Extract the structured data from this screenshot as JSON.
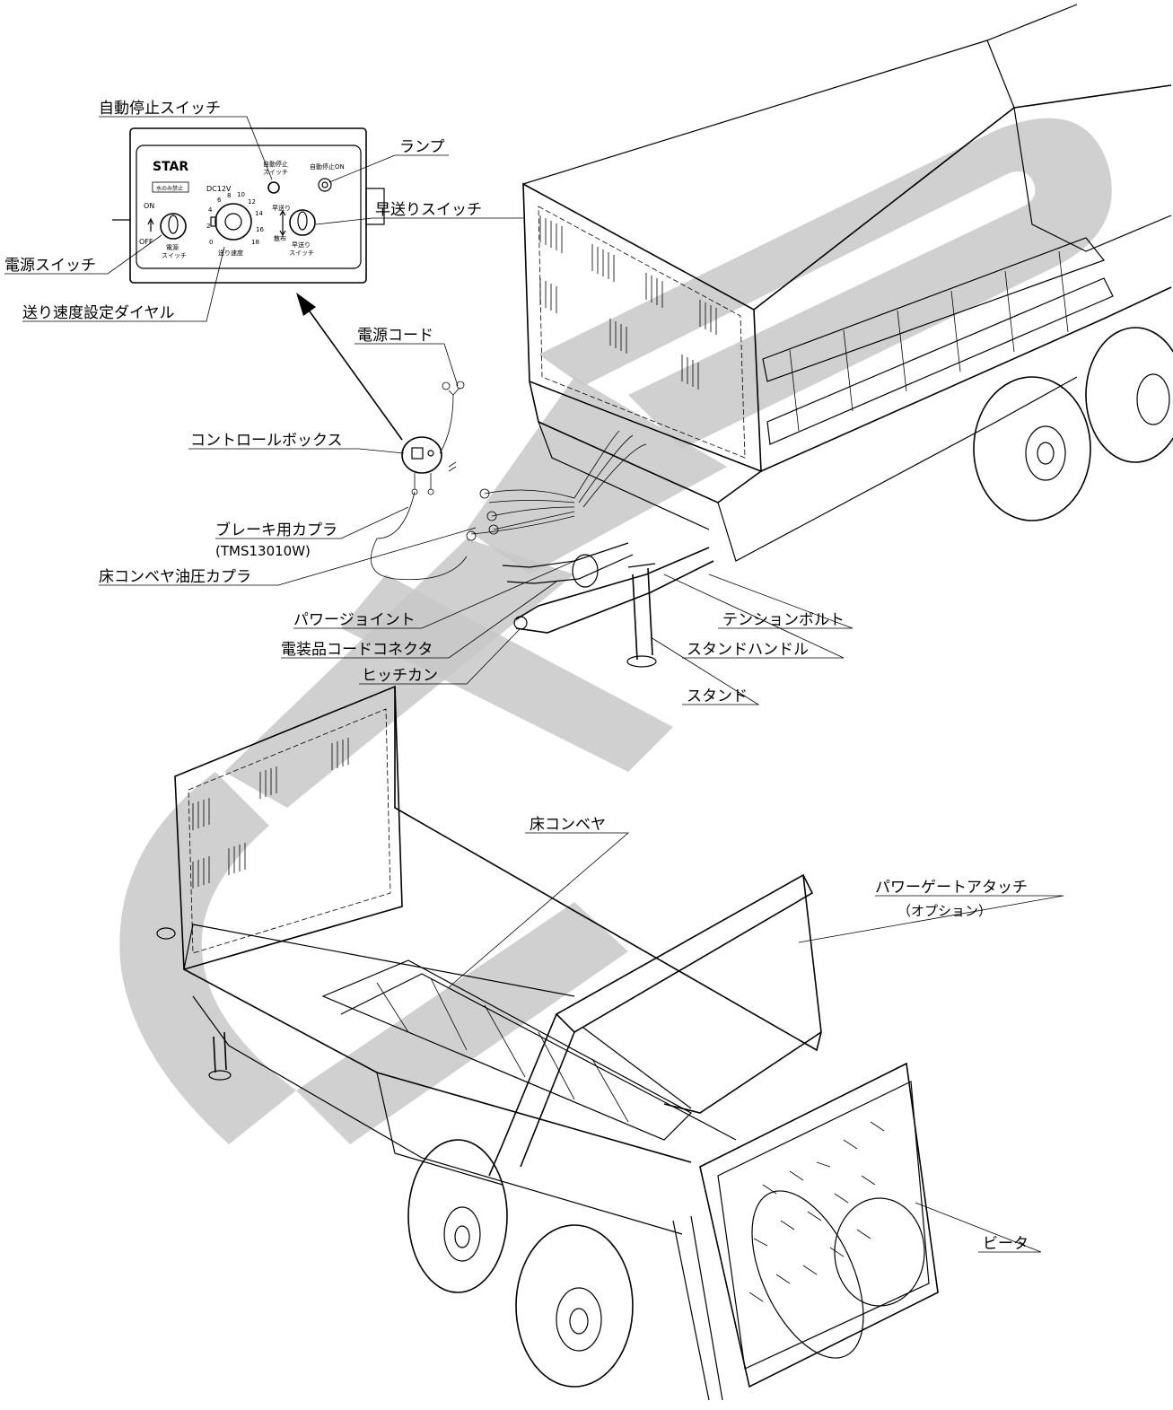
{
  "control_box": {
    "brand": "STAR",
    "badge": "水のみ禁止",
    "voltage": "DC12V",
    "on": "ON",
    "off": "OFF",
    "power_caption_1": "電源",
    "power_caption_2": "スイッチ",
    "speed_caption": "送り速度",
    "dial_ticks": [
      "0",
      "2",
      "4",
      "6",
      "8",
      "10",
      "12",
      "14",
      "16",
      "18"
    ],
    "auto_stop_caption_1": "自動停止",
    "auto_stop_caption_2": "スイッチ",
    "lamp_caption": "自動停止ON",
    "ff_top": "早送り",
    "ff_bottom": "散布",
    "ff_caption_1": "早送り",
    "ff_caption_2": "スイッチ"
  },
  "labels": {
    "auto_stop_switch": "自動停止スイッチ",
    "lamp": "ランプ",
    "fast_forward_switch": "早送りスイッチ",
    "power_switch": "電源スイッチ",
    "speed_dial": "送り速度設定ダイヤル",
    "power_cord": "電源コード",
    "control_box": "コントロールボックス",
    "brake_coupler": "ブレーキ用カプラ",
    "brake_coupler_model": "(TMS13010W)",
    "floor_conveyor_coupler": "床コンベヤ油圧カプラ",
    "power_joint": "パワージョイント",
    "electric_connector": "電装品コードコネクタ",
    "hitch": "ヒッチカン",
    "tension_bolt": "テンションボルト",
    "stand_handle": "スタンドハンドル",
    "stand": "スタンド",
    "floor_conveyor": "床コンベヤ",
    "power_gate": "パワーゲートアタッチ",
    "power_gate_option": "（オプション）",
    "beater": "ビータ"
  }
}
